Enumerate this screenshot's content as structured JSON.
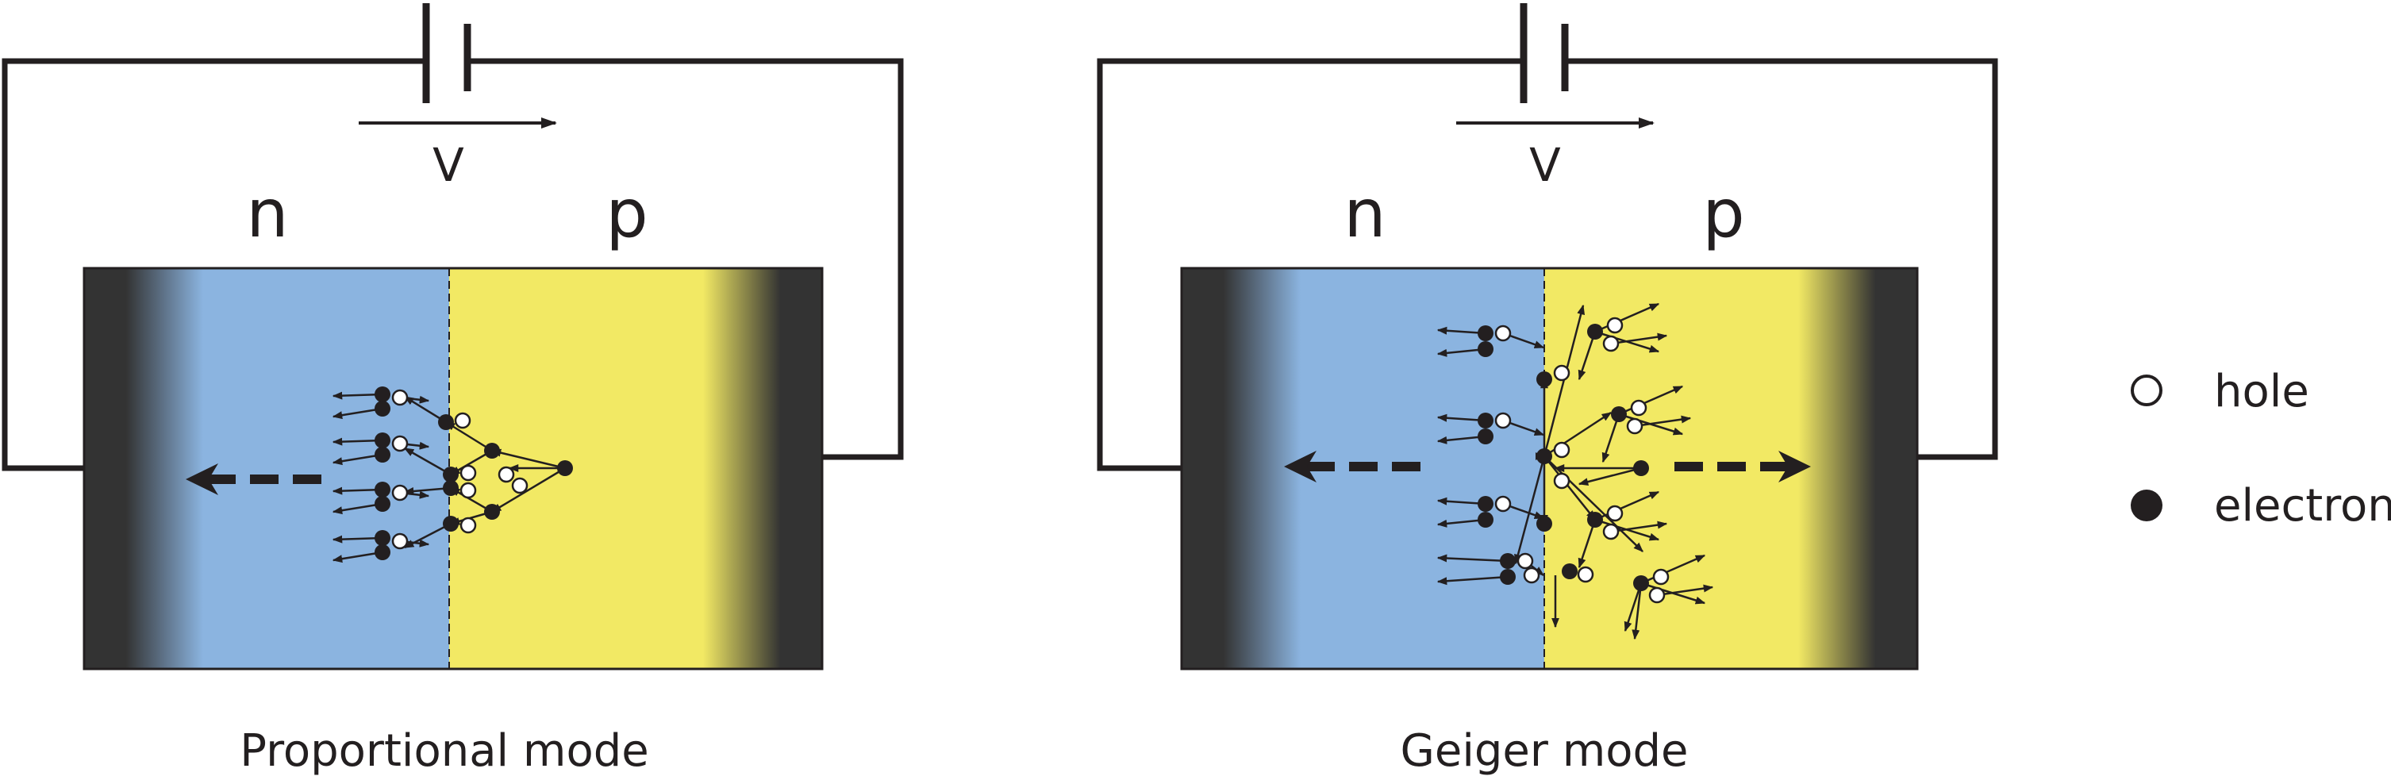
{
  "panels": [
    {
      "caption": "Proportional mode",
      "voltage_label": "V",
      "n_label": "n",
      "p_label": "p"
    },
    {
      "caption": "Geiger mode",
      "voltage_label": "V",
      "n_label": "n",
      "p_label": "p"
    }
  ],
  "legend": {
    "hole_label": "hole",
    "electron_label": "electron"
  },
  "colors": {
    "n_region": "#8bb4e0",
    "p_region": "#f2e964",
    "electrode": "#333333",
    "carrier": "#231f20"
  }
}
